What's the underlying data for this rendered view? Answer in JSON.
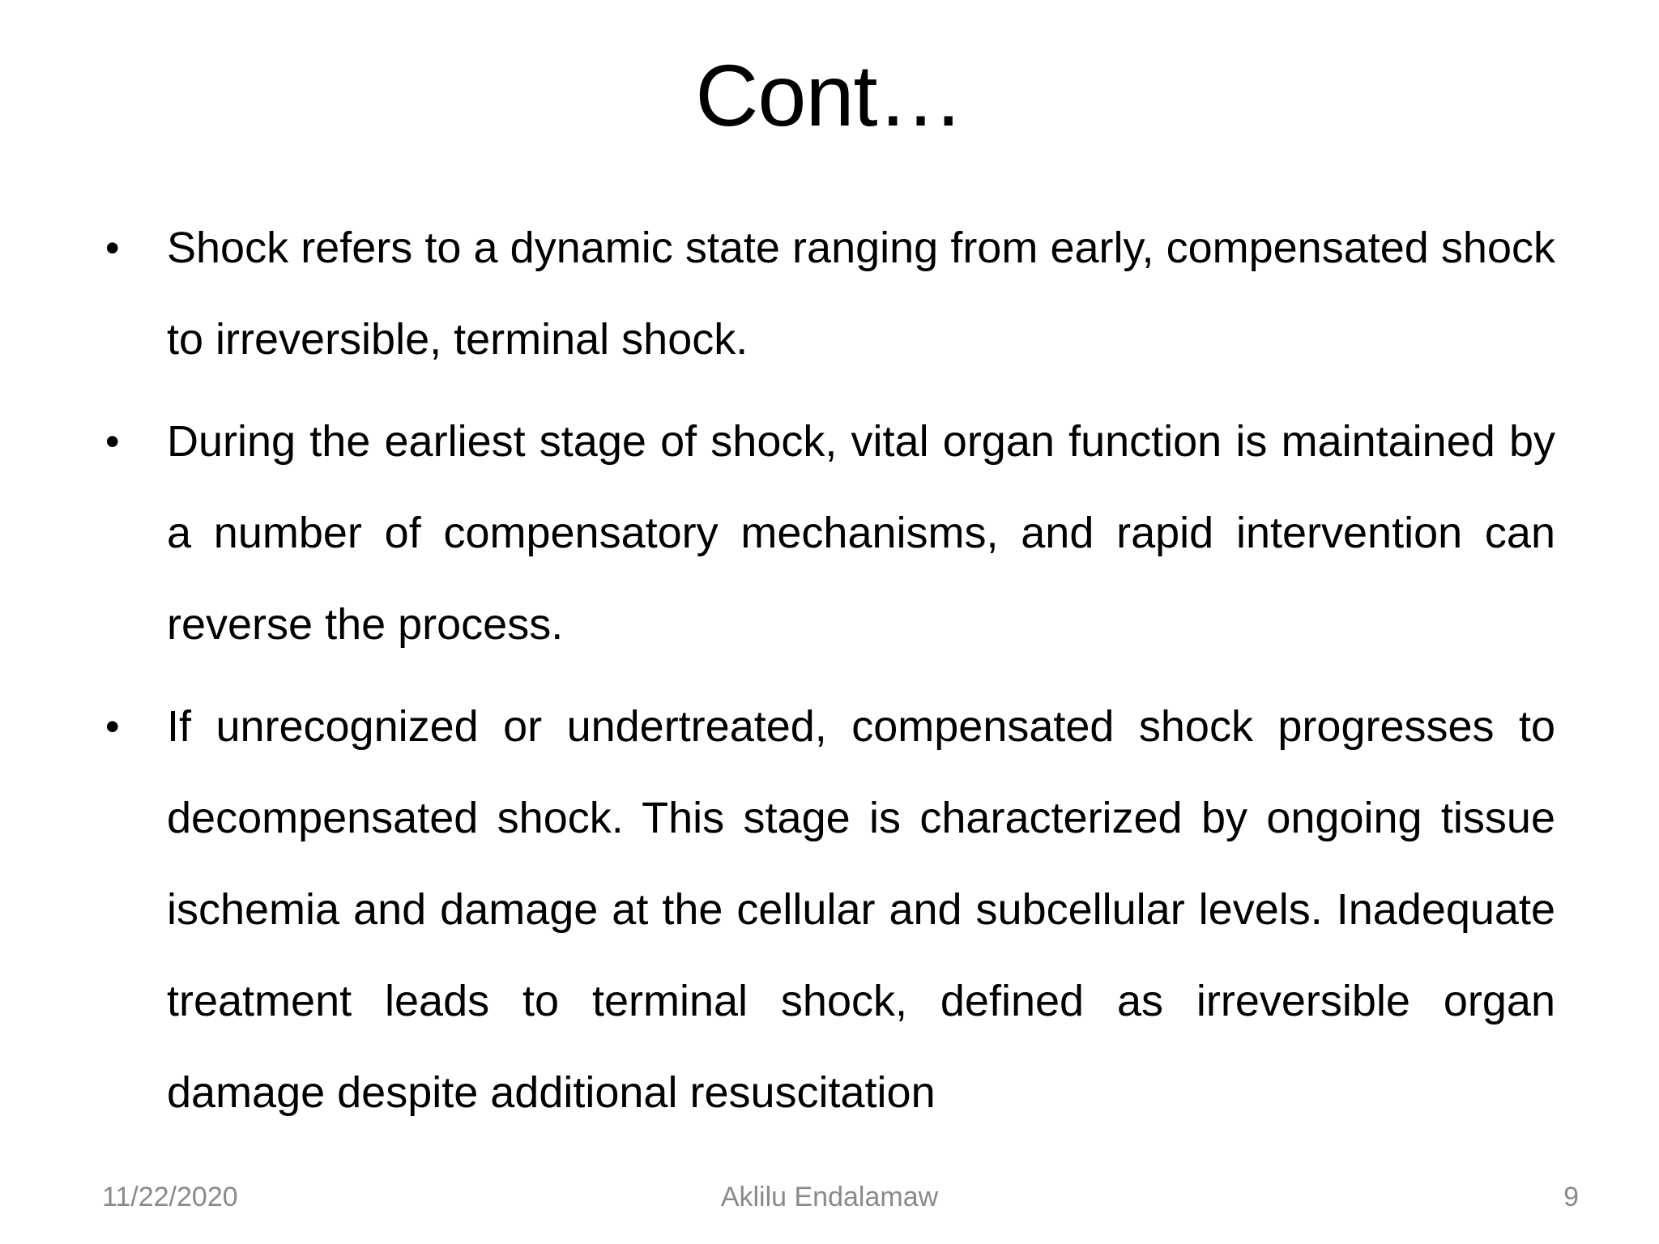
{
  "slide": {
    "title": "Cont…",
    "bullet_glyph": "•",
    "bullets": [
      "Shock refers to a dynamic state ranging from early, compensated shock to irreversible, terminal shock.",
      "During the earliest stage of shock, vital organ function is maintained by a number of compensatory mechanisms, and rapid intervention can reverse the process.",
      "If unrecognized or undertreated, compensated shock progresses to decompensated shock. This stage is characterized by ongoing tissue ischemia and damage at the cellular and subcellular levels. Inadequate treatment leads to terminal shock, defined as irreversible organ damage despite additional resuscitation"
    ],
    "footer": {
      "date": "11/22/2020",
      "author": "Aklilu Endalamaw",
      "page_number": "9"
    },
    "colors": {
      "background": "#FFFFFF",
      "body_text": "#000000",
      "footer_text": "#8A8A8A"
    }
  }
}
